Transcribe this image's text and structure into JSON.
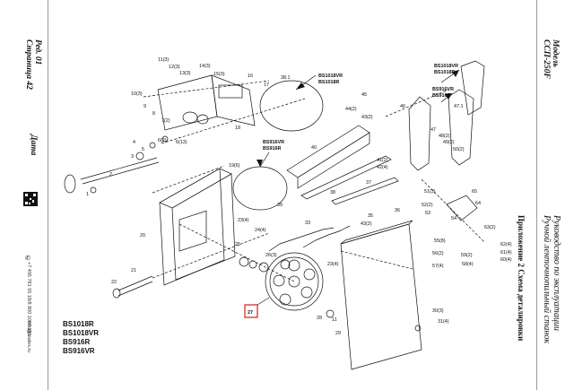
{
  "header_left": {
    "revision": "Ред. 01",
    "page": "Страница 42",
    "date_label": "Дата"
  },
  "header_right": {
    "model_line1": "Модель",
    "model_line2": "ССП-250F"
  },
  "title_right": {
    "manual_title": "Руководство по эксплуатации",
    "manual_subtitle": "Ручной ленточнопильный станок",
    "appendix": "Приложение 2 Схема деталировки"
  },
  "contacts": {
    "phone": "+7 495 781 55 18/8 800 1000 181",
    "email": "info@stalex.ru"
  },
  "model_codes": [
    "BS1018R",
    "BS1018VR",
    "BS916R",
    "BS916VR"
  ],
  "callouts": {
    "top": [
      "BS1018VR",
      "BS1018R"
    ],
    "mid": [
      "BS916VR",
      "BS916R"
    ],
    "right": [
      "BS1018VR",
      "BS1018R"
    ],
    "right2": [
      "BS916VR",
      "BS916R"
    ]
  },
  "highlighted_part": "27",
  "part_labels": [
    {
      "id": "11(3)",
      "t": "11(3)"
    },
    {
      "id": "12(3)",
      "t": "12(3)"
    },
    {
      "id": "13(3)",
      "t": "13(3)"
    },
    {
      "id": "14(3)",
      "t": "14(3)"
    },
    {
      "id": "15(3)",
      "t": "15(3)"
    },
    {
      "id": "16",
      "t": "16"
    },
    {
      "id": "17",
      "t": "17"
    },
    {
      "id": "18",
      "t": "18"
    },
    {
      "id": "10(3)",
      "t": "10(3)"
    },
    {
      "id": "9",
      "t": "9"
    },
    {
      "id": "8",
      "t": "8"
    },
    {
      "id": "7(2)",
      "t": "7(2)"
    },
    {
      "id": "38.1",
      "t": "38.1"
    },
    {
      "id": "4",
      "t": "4"
    },
    {
      "id": "5",
      "t": "5"
    },
    {
      "id": "6(2)",
      "t": "6(2)"
    },
    {
      "id": "6(13)",
      "t": "6(13)"
    },
    {
      "id": "3",
      "t": "3"
    },
    {
      "id": "2",
      "t": "2"
    },
    {
      "id": "1",
      "t": "1"
    },
    {
      "id": "19(6)",
      "t": "19(6)"
    },
    {
      "id": "39",
      "t": "39"
    },
    {
      "id": "40",
      "t": "40"
    },
    {
      "id": "38",
      "t": "38"
    },
    {
      "id": "37",
      "t": "37"
    },
    {
      "id": "36",
      "t": "36"
    },
    {
      "id": "35",
      "t": "35"
    },
    {
      "id": "23(4)",
      "t": "23(4)"
    },
    {
      "id": "24(4)",
      "t": "24(4)"
    },
    {
      "id": "20",
      "t": "20"
    },
    {
      "id": "33",
      "t": "33"
    },
    {
      "id": "43(2)",
      "t": "43(2)"
    },
    {
      "id": "25",
      "t": "25"
    },
    {
      "id": "26(3)",
      "t": "26(3)"
    },
    {
      "id": "21",
      "t": "21"
    },
    {
      "id": "22",
      "t": "22"
    },
    {
      "id": "28",
      "t": "28"
    },
    {
      "id": "11",
      "t": "11"
    },
    {
      "id": "29",
      "t": "29"
    },
    {
      "id": "30(3)",
      "t": "30(3)"
    },
    {
      "id": "31(4)",
      "t": "31(4)"
    },
    {
      "id": "23(4)b",
      "t": "23(4)"
    },
    {
      "id": "45",
      "t": "45"
    },
    {
      "id": "46",
      "t": "46"
    },
    {
      "id": "44(2)",
      "t": "44(2)"
    },
    {
      "id": "43(2)b",
      "t": "43(2)"
    },
    {
      "id": "47",
      "t": "47"
    },
    {
      "id": "47.1",
      "t": "47.1"
    },
    {
      "id": "48(2)",
      "t": "48(2)"
    },
    {
      "id": "49(2)",
      "t": "49(2)"
    },
    {
      "id": "50(2)",
      "t": "50(2)"
    },
    {
      "id": "41(2)",
      "t": "41(2)"
    },
    {
      "id": "42(4)",
      "t": "42(4)"
    },
    {
      "id": "51(3)",
      "t": "51(3)"
    },
    {
      "id": "52(2)",
      "t": "52(2)"
    },
    {
      "id": "53",
      "t": "53"
    },
    {
      "id": "54",
      "t": "54"
    },
    {
      "id": "64",
      "t": "64"
    },
    {
      "id": "65",
      "t": "65"
    },
    {
      "id": "63(2)",
      "t": "63(2)"
    },
    {
      "id": "55(8)",
      "t": "55(8)"
    },
    {
      "id": "56(2)",
      "t": "56(2)"
    },
    {
      "id": "57(4)",
      "t": "57(4)"
    },
    {
      "id": "58(4)",
      "t": "58(4)"
    },
    {
      "id": "59(2)",
      "t": "59(2)"
    },
    {
      "id": "60(4)",
      "t": "60(4)"
    },
    {
      "id": "61(4)",
      "t": "61(4)"
    },
    {
      "id": "62(4)",
      "t": "62(4)"
    }
  ]
}
